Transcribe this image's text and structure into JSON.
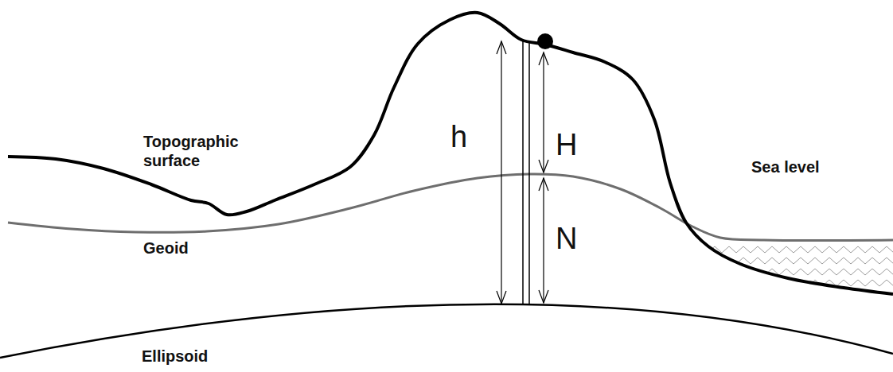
{
  "diagram": {
    "labels": [
      "Topographic surface",
      "Geoid",
      "Sea level",
      "Ellipsoid",
      "h",
      "H",
      "N"
    ]
  }
}
